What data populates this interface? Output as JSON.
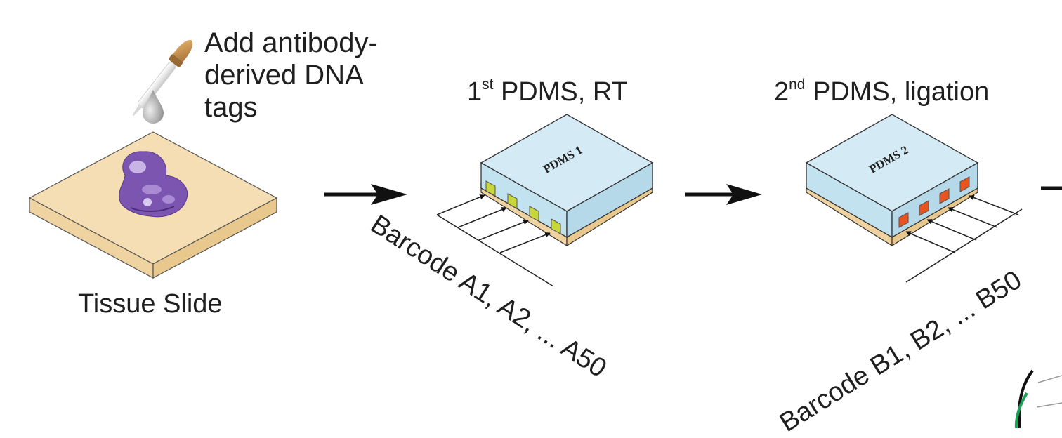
{
  "labels": {
    "dropper_text": [
      "Add antibody-",
      "derived DNA",
      "tags"
    ],
    "tissue_slide": "Tissue Slide",
    "step1": {
      "ordinal": "1",
      "suffix": "st",
      "text": " PDMS, RT"
    },
    "step2": {
      "ordinal": "2",
      "suffix": "nd",
      "text": " PDMS, ligation"
    },
    "pdms1": "PDMS 1",
    "pdms2": "PDMS 2",
    "barcode_a": "Barcode A1, A2, ... A50",
    "barcode_b": "Barcode B1, B2, ... B50"
  },
  "colors": {
    "slide_top": "#f5deb3",
    "slide_side": "#efd3a0",
    "pdms_top": "#d4ebf5",
    "pdms_side": "#c3e2ef",
    "channel_a": "#c8d83a",
    "channel_b": "#e8541f",
    "tissue": "#7b55b0",
    "arrow": "#111111"
  },
  "icons": [
    "pipette-icon",
    "droplet-icon",
    "tissue-section-icon",
    "flow-arrow-icon"
  ]
}
